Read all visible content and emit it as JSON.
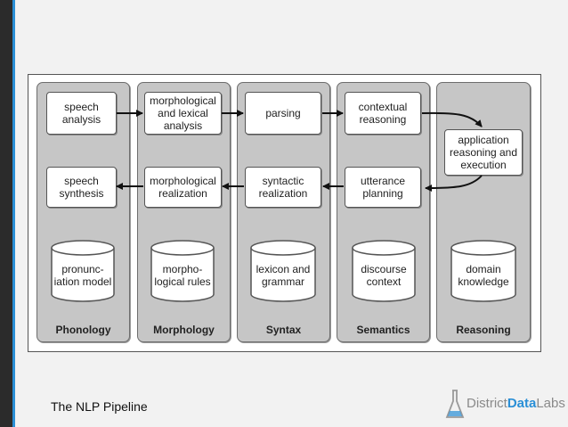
{
  "caption": "The NLP Pipeline",
  "logo": {
    "part1": "District",
    "part2": "Data",
    "part3": "Labs"
  },
  "columns": [
    {
      "label": "Phonology",
      "top": "speech analysis",
      "mid": "speech synthesis",
      "store": "pronunc- iation model"
    },
    {
      "label": "Morphology",
      "top": "morphological and lexical analysis",
      "mid": "morphological realization",
      "store": "morpho- logical rules"
    },
    {
      "label": "Syntax",
      "top": "parsing",
      "mid": "syntactic realization",
      "store": "lexicon and grammar"
    },
    {
      "label": "Semantics",
      "top": "contextual reasoning",
      "mid": "utterance planning",
      "store": "discourse context"
    },
    {
      "label": "Reasoning",
      "top": "application reasoning and execution",
      "store": "domain knowledge"
    }
  ],
  "colors": {
    "accent": "#2a8fd6",
    "column": "#c6c6c6"
  }
}
